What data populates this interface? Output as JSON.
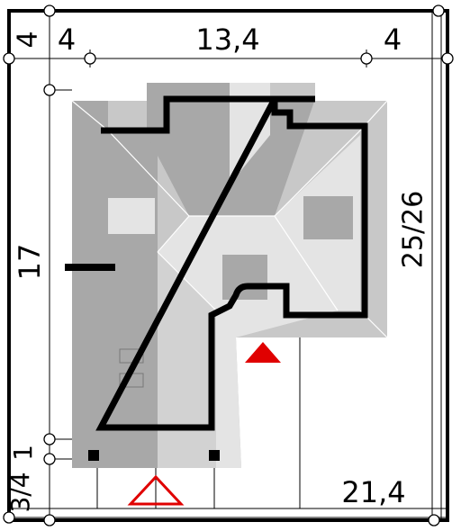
{
  "dimensions": {
    "top_left_setback": "4",
    "left_setback": "4",
    "width": "13,4",
    "right_setback": "4",
    "depth": "17",
    "angle": "25/26",
    "bottom_left": "3/4",
    "bottom_left_extra": "1",
    "total_width": "21,4"
  },
  "colors": {
    "wall": "#000000",
    "roof_dark": "#a8a8a8",
    "roof_mid": "#c8c8c8",
    "roof_light": "#e4e4e4",
    "entrance_marker": "#e00000",
    "garage_marker": "#e00000"
  }
}
